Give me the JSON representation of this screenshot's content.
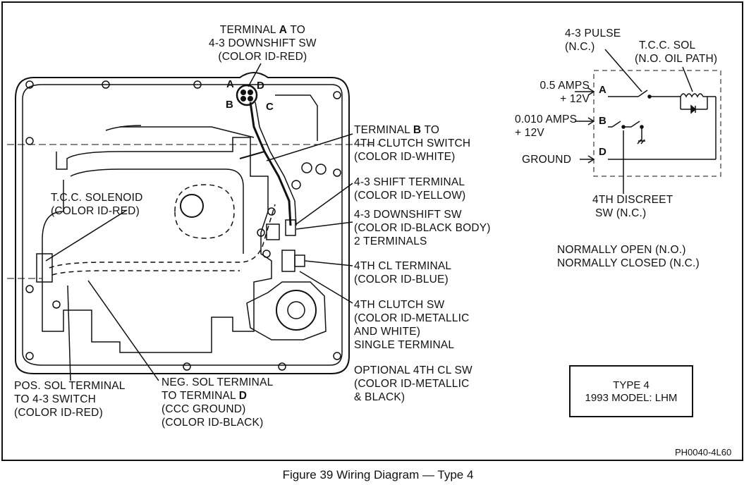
{
  "title": "Figure 39 Wiring Diagram — Type 4",
  "code": "PH0040-4L60",
  "type_box": {
    "line1": "TYPE 4",
    "line2": "1993 MODEL: LHM"
  },
  "connector_letters": {
    "a": "A",
    "b": "B",
    "c": "C",
    "d": "D"
  },
  "labels": {
    "terminal_a": {
      "l1_pre": "TERMINAL ",
      "l1_bold": "A",
      "l1_post": " TO",
      "l2": "4-3 DOWNSHIFT SW",
      "l3": "(COLOR ID-RED)"
    },
    "terminal_b": {
      "l1_pre": "TERMINAL ",
      "l1_bold": "B",
      "l1_post": " TO",
      "l2": "4TH CLUTCH SWITCH",
      "l3": "(COLOR ID-WHITE)"
    },
    "shift_43": {
      "l1": "4-3 SHIFT TERMINAL",
      "l2": "(COLOR ID-YELLOW)"
    },
    "downshift_43": {
      "l1": "4-3 DOWNSHIFT SW",
      "l2": "(COLOR ID-BLACK BODY)",
      "l3": "2 TERMINALS"
    },
    "cl_terminal": {
      "l1": "4TH CL TERMINAL",
      "l2": "(COLOR ID-BLUE)"
    },
    "clutch_sw": {
      "l1": "4TH CLUTCH SW",
      "l2": "(COLOR ID-METALLIC",
      "l3": "AND WHITE)",
      "l4": "SINGLE TERMINAL"
    },
    "optional": {
      "l1": "OPTIONAL 4TH CL SW",
      "l2": "(COLOR ID-METALLIC",
      "l3": "& BLACK)"
    },
    "tcc_solenoid": {
      "l1": "T.C.C. SOLENOID",
      "l2": "(COLOR ID-RED)"
    },
    "pos_sol": {
      "l1": "POS. SOL TERMINAL",
      "l2": "TO 4-3 SWITCH",
      "l3": "(COLOR ID-RED)"
    },
    "neg_sol": {
      "l1": "NEG. SOL TERMINAL",
      "l2_pre": "TO TERMINAL ",
      "l2_bold": "D",
      "l3": "(CCC GROUND)",
      "l4": "(COLOR ID-BLACK)"
    }
  },
  "schematic": {
    "pulse": {
      "l1": "4-3 PULSE",
      "l2": "(N.C.)"
    },
    "tcc_sol": {
      "l1": "T.C.C. SOL",
      "l2": "(N.O. OIL PATH)"
    },
    "input_a": {
      "l1": "0.5 AMPS",
      "l2": "+ 12V",
      "pin": "A"
    },
    "input_b": {
      "l1": "0.010 AMPS",
      "l2": "+ 12V",
      "pin": "B"
    },
    "ground": {
      "label": "GROUND",
      "pin": "D"
    },
    "discreet": {
      "l1": "4TH DISCREET",
      "l2": "SW (N.C.)"
    }
  },
  "legend": {
    "no": "NORMALLY OPEN (N.O.)",
    "nc": "NORMALLY CLOSED (N.C.)"
  }
}
